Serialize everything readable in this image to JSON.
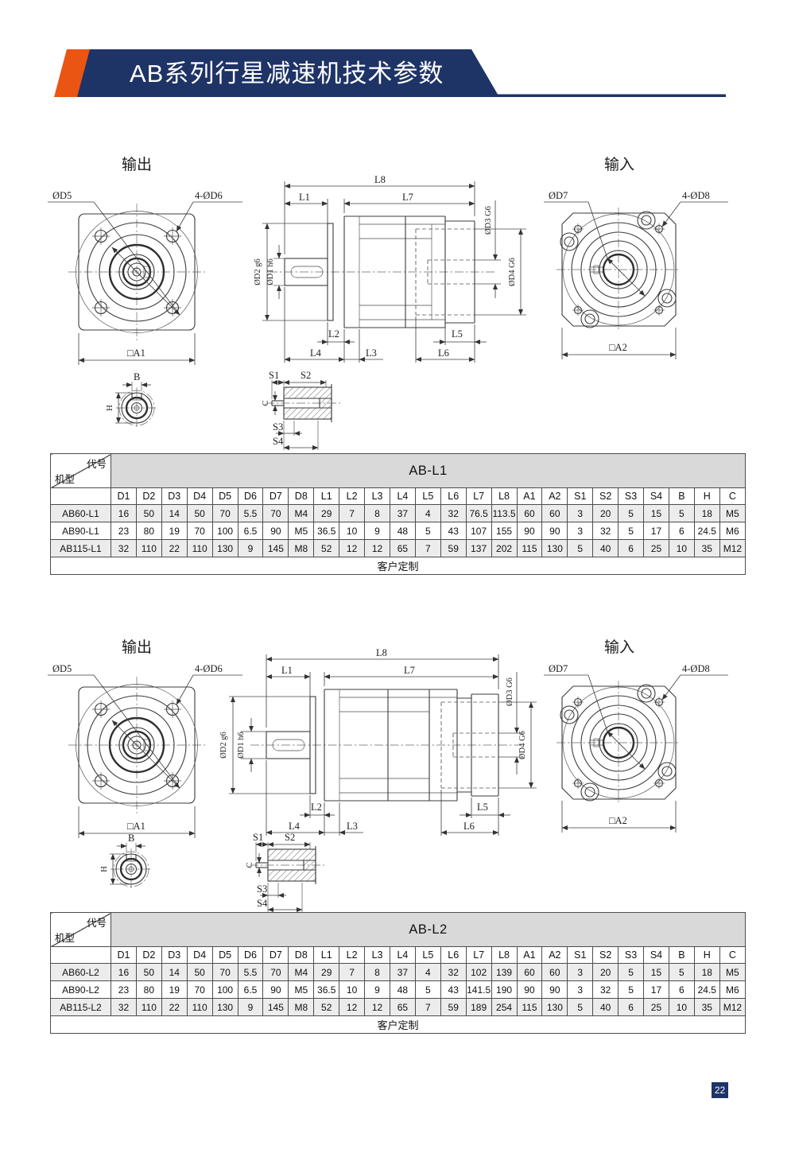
{
  "header": {
    "title": "AB系列行星减速机技术参数"
  },
  "colors": {
    "banner_navy": "#1e3366",
    "banner_orange": "#ea5514",
    "table_header_gray": "#d9d9d9",
    "row_stripe": "#ececec",
    "line_color": "#3b3b3b"
  },
  "page_number": "22",
  "drawing_labels": {
    "out": "输出",
    "inp": "输入",
    "d5": "ØD5",
    "d6": "4-ØD6",
    "a1": "□A1",
    "d7": "ØD7",
    "d8": "4-ØD8",
    "a2": "□A2",
    "l1": "L1",
    "l2": "L2",
    "l3": "L3",
    "l4": "L4",
    "l5": "L5",
    "l6": "L6",
    "l7": "L7",
    "l8": "L8",
    "dd1": "ØD1 h6",
    "dd2": "ØD2 g6",
    "dd3": "ØD3 G6",
    "dd4": "ØD4 G6",
    "s1": "S1",
    "s2": "S2",
    "s3": "S3",
    "s4": "S4",
    "b": "B",
    "h": "H",
    "c": "C"
  },
  "tables": [
    {
      "corner_top": "代号",
      "corner_bottom": "机型",
      "title": "AB-L1",
      "columns": [
        "D1",
        "D2",
        "D3",
        "D4",
        "D5",
        "D6",
        "D7",
        "D8",
        "L1",
        "L2",
        "L3",
        "L4",
        "L5",
        "L6",
        "L7",
        "L8",
        "A1",
        "A2",
        "S1",
        "S2",
        "S3",
        "S4",
        "B",
        "H",
        "C"
      ],
      "rows": [
        {
          "model": "AB60-L1",
          "values": [
            "16",
            "50",
            "14",
            "50",
            "70",
            "5.5",
            "70",
            "M4",
            "29",
            "7",
            "8",
            "37",
            "4",
            "32",
            "76.5",
            "113.5",
            "60",
            "60",
            "3",
            "20",
            "5",
            "15",
            "5",
            "18",
            "M5"
          ]
        },
        {
          "model": "AB90-L1",
          "values": [
            "23",
            "80",
            "19",
            "70",
            "100",
            "6.5",
            "90",
            "M5",
            "36.5",
            "10",
            "9",
            "48",
            "5",
            "43",
            "107",
            "155",
            "90",
            "90",
            "3",
            "32",
            "5",
            "17",
            "6",
            "24.5",
            "M6"
          ]
        },
        {
          "model": "AB115-L1",
          "values": [
            "32",
            "110",
            "22",
            "110",
            "130",
            "9",
            "145",
            "M8",
            "52",
            "12",
            "12",
            "65",
            "7",
            "59",
            "137",
            "202",
            "115",
            "130",
            "5",
            "40",
            "6",
            "25",
            "10",
            "35",
            "M12"
          ]
        }
      ],
      "footer": "客户定制"
    },
    {
      "corner_top": "代号",
      "corner_bottom": "机型",
      "title": "AB-L2",
      "columns": [
        "D1",
        "D2",
        "D3",
        "D4",
        "D5",
        "D6",
        "D7",
        "D8",
        "L1",
        "L2",
        "L3",
        "L4",
        "L5",
        "L6",
        "L7",
        "L8",
        "A1",
        "A2",
        "S1",
        "S2",
        "S3",
        "S4",
        "B",
        "H",
        "C"
      ],
      "rows": [
        {
          "model": "AB60-L2",
          "values": [
            "16",
            "50",
            "14",
            "50",
            "70",
            "5.5",
            "70",
            "M4",
            "29",
            "7",
            "8",
            "37",
            "4",
            "32",
            "102",
            "139",
            "60",
            "60",
            "3",
            "20",
            "5",
            "15",
            "5",
            "18",
            "M5"
          ]
        },
        {
          "model": "AB90-L2",
          "values": [
            "23",
            "80",
            "19",
            "70",
            "100",
            "6.5",
            "90",
            "M5",
            "36.5",
            "10",
            "9",
            "48",
            "5",
            "43",
            "141.5",
            "190",
            "90",
            "90",
            "3",
            "32",
            "5",
            "17",
            "6",
            "24.5",
            "M6"
          ]
        },
        {
          "model": "AB115-L2",
          "values": [
            "32",
            "110",
            "22",
            "110",
            "130",
            "9",
            "145",
            "M8",
            "52",
            "12",
            "12",
            "65",
            "7",
            "59",
            "189",
            "254",
            "115",
            "130",
            "5",
            "40",
            "6",
            "25",
            "10",
            "35",
            "M12"
          ]
        }
      ],
      "footer": "客户定制"
    }
  ]
}
